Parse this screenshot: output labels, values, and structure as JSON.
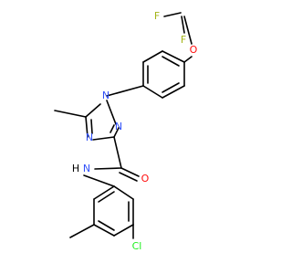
{
  "colors": {
    "bond": "#000000",
    "F": "#a4b418",
    "O": "#ff0d0d",
    "N": "#3050f8",
    "Cl": "#1ff01f"
  },
  "atoms": {
    "F1": "F",
    "F2": "F",
    "O_ether": "O",
    "N1": "N",
    "N2": "N",
    "N4": "N",
    "NH_N": "N",
    "NH_H": "H",
    "O_carbonyl": "O",
    "Cl": "Cl"
  }
}
